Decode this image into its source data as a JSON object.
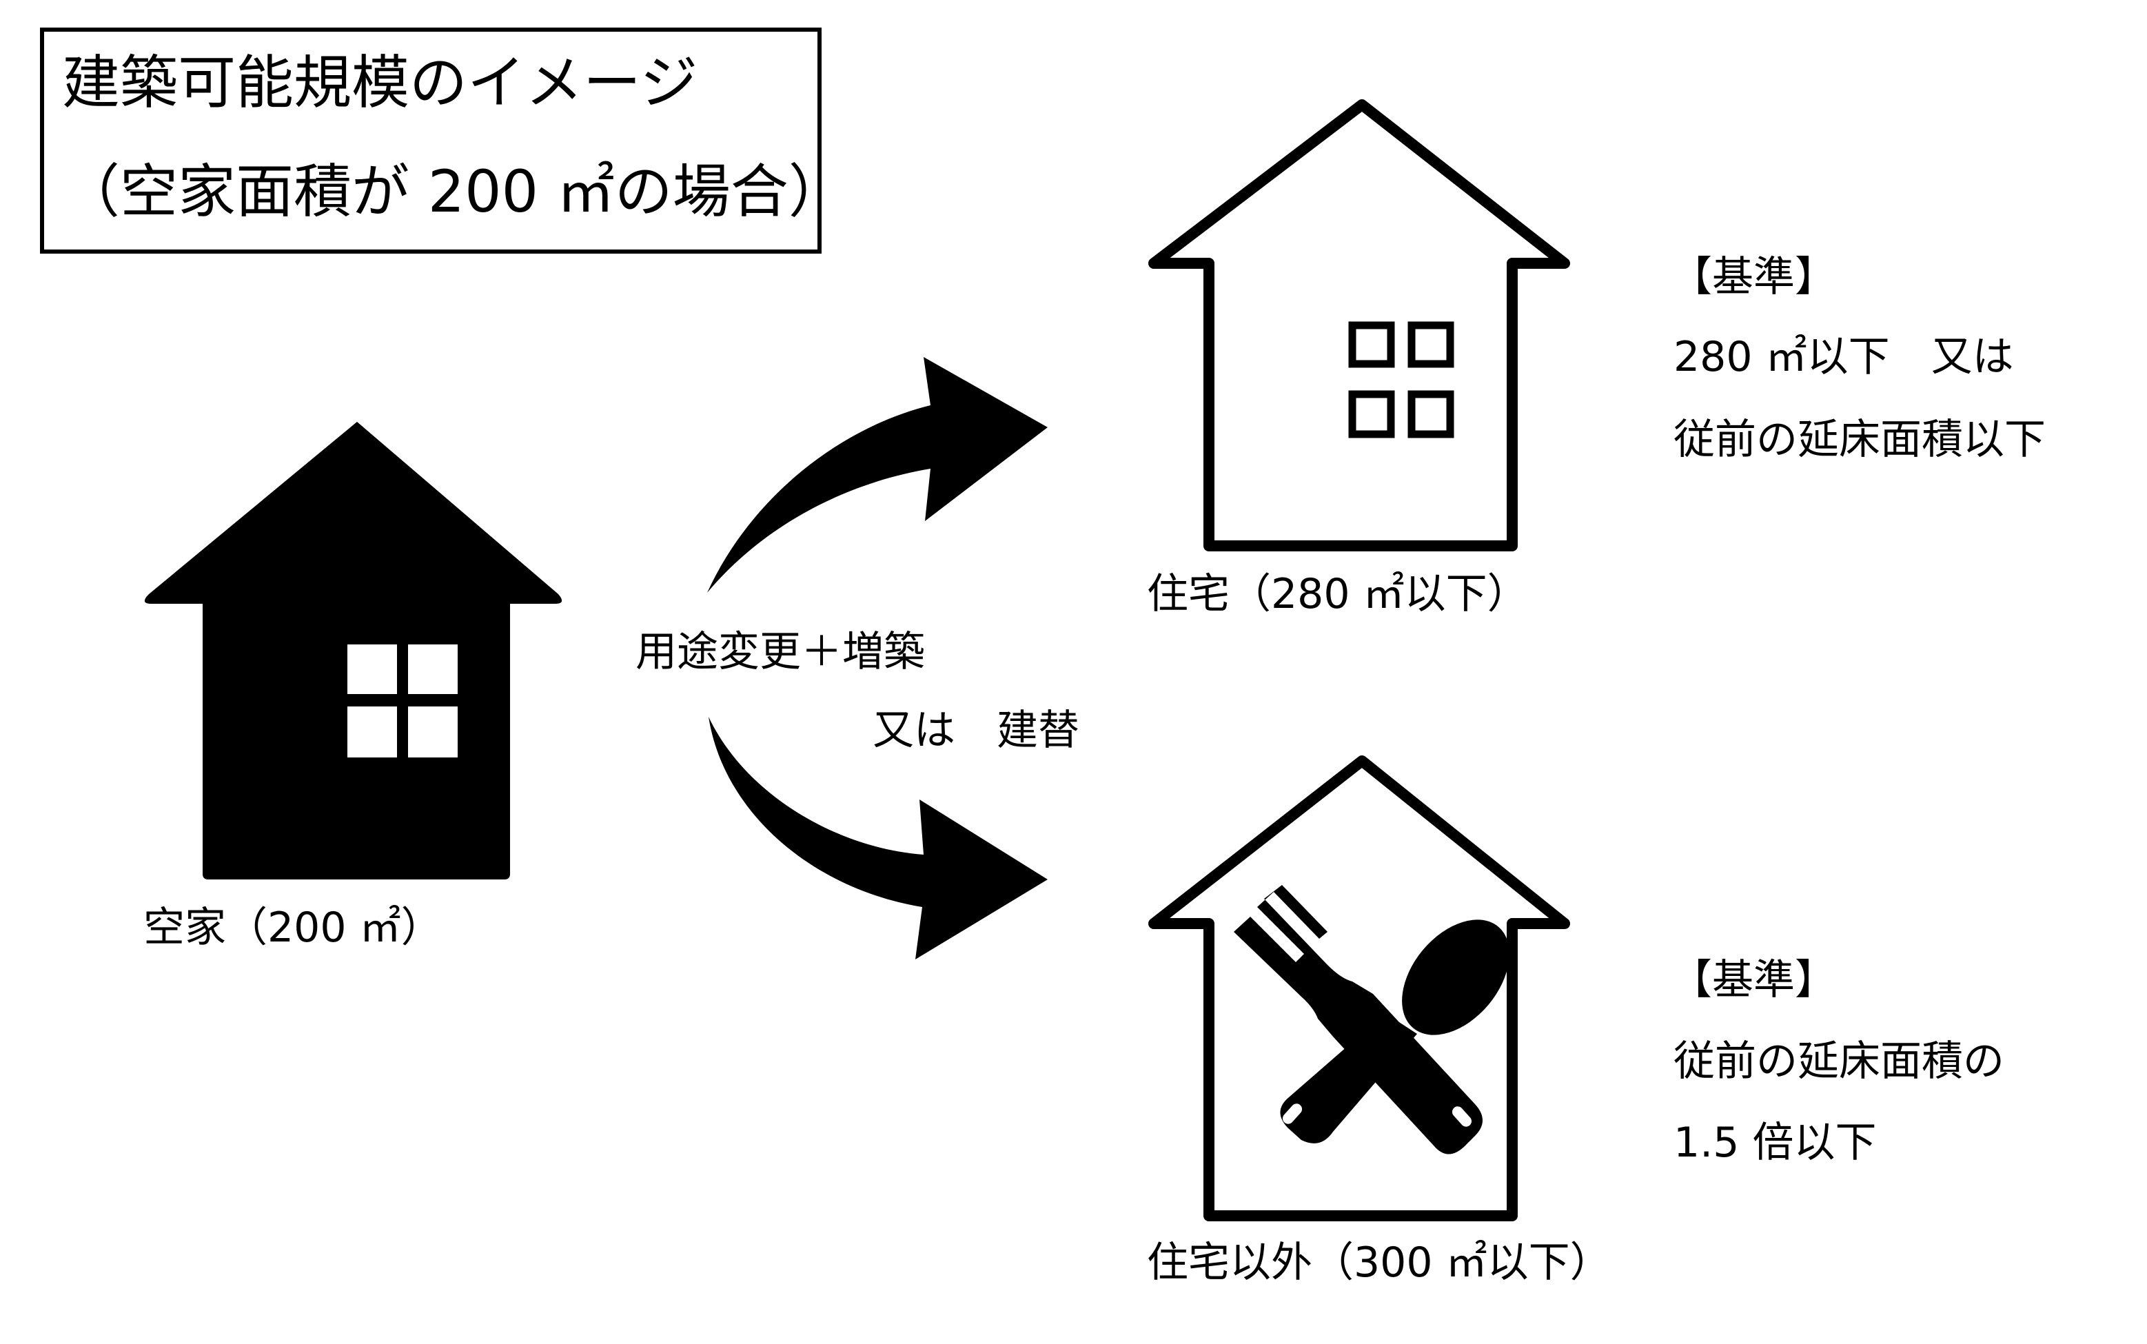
{
  "title": {
    "line1": "建築可能規模のイメージ",
    "line2": "（空家面積が 200 ㎡の場合）"
  },
  "vacant_house": {
    "label": "空家（200 ㎡）",
    "icon": "house-silhouette-icon"
  },
  "conversion": {
    "line1": "用途変更＋増築",
    "line2": "又は　建替"
  },
  "residential": {
    "label": "住宅（280 ㎡以下）",
    "icon": "house-outline-window-icon",
    "criteria_heading": "【基準】",
    "criteria_line1": "280 ㎡以下　又は",
    "criteria_line2": "従前の延床面積以下"
  },
  "non_residential": {
    "label": "住宅以外（300 ㎡以下）",
    "icon": "house-outline-fork-spoon-icon",
    "criteria_heading": "【基準】",
    "criteria_line1": "従前の延床面積の",
    "criteria_line2": "1.5 倍以下"
  },
  "colors": {
    "ink": "#000000",
    "background": "#ffffff"
  }
}
